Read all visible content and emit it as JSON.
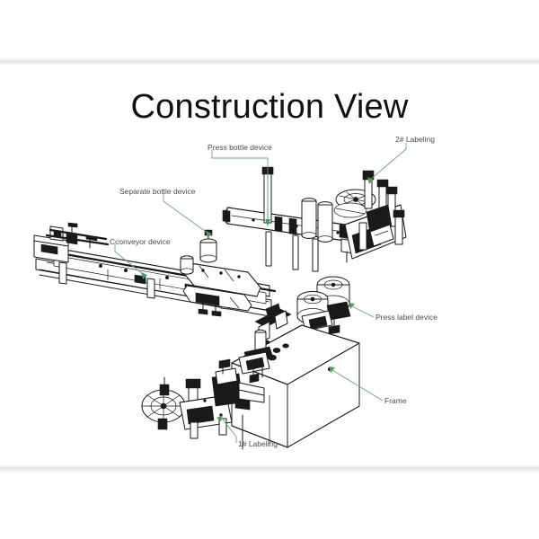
{
  "document": {
    "title": "Construction View",
    "background_color": "#ffffff",
    "line_color": "#1a1a1a",
    "leader_color": "#4e9a5f",
    "label_color": "#4a4a4a"
  },
  "callouts": [
    {
      "id": "press-bottle-device",
      "label": "Press bottle device",
      "target": "horizontal pressing beam above conveyor"
    },
    {
      "id": "2-labeling",
      "label": "2# Labeling",
      "target": "second labeling head with reel, upper right"
    },
    {
      "id": "separate-bottle-device",
      "label": "Separate bottle device",
      "target": "bottle separating actuator on conveyor"
    },
    {
      "id": "conveyor-device",
      "label": "Cconveyor device",
      "target": "long diagonal conveyor rail, left"
    },
    {
      "id": "press-label-device",
      "label": "Press label device",
      "target": "pair of pressing rollers, right of centre"
    },
    {
      "id": "frame",
      "label": "Frame",
      "target": "main cabinet box base"
    },
    {
      "id": "1-labeling",
      "label": "1# Labeling",
      "target": "first labeling head with reel, lower left"
    }
  ]
}
